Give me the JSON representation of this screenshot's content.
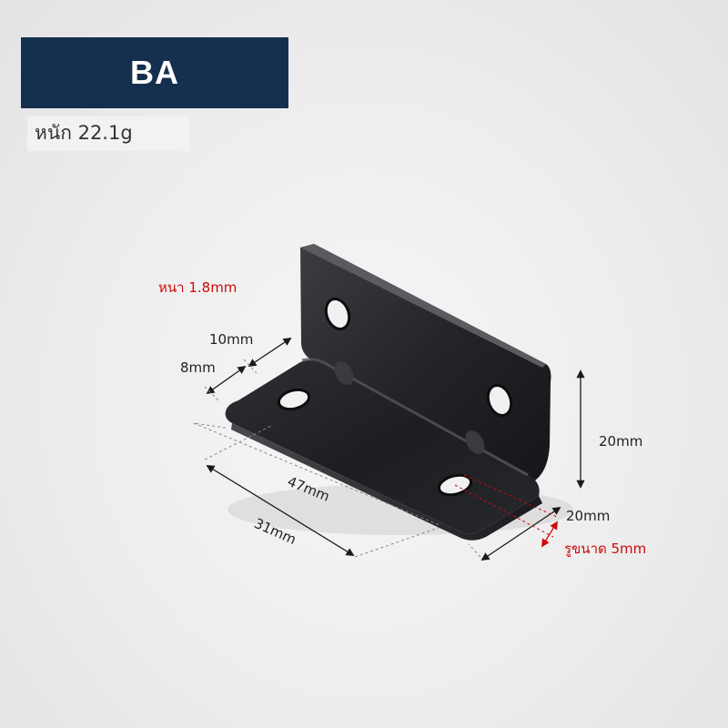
{
  "title": "BA",
  "weight": "หนัก 22.1g",
  "labels": {
    "thickness": "หนา 1.8mm",
    "dim_10": "10mm",
    "dim_8": "8mm",
    "dim_47": "47mm",
    "dim_31": "31mm",
    "dim_height": "20mm",
    "dim_width": "20mm",
    "hole_size": "รูขนาด 5mm"
  },
  "colors": {
    "banner": "#15304f",
    "annotation_red": "#cc0a0a",
    "bracket": "#232427"
  }
}
